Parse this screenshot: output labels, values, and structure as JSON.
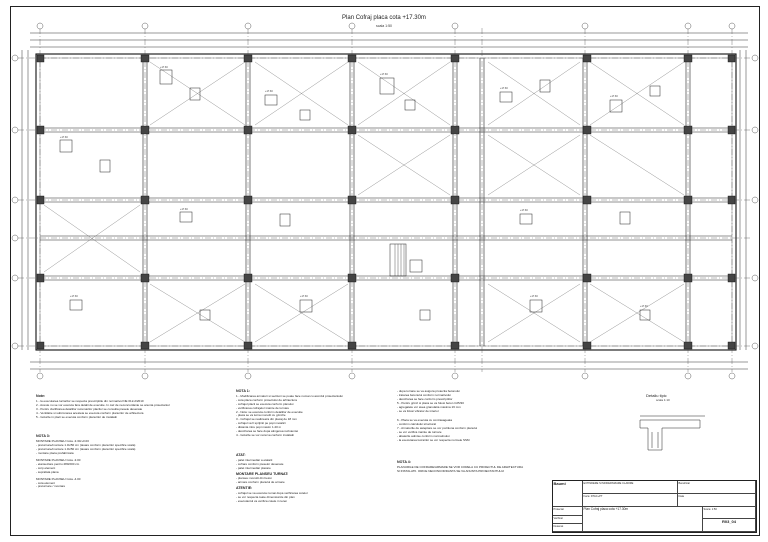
{
  "drawing": {
    "title": "Plan Cofraj placa cota +17.30m",
    "scale": "scala 1:50"
  },
  "notes": {
    "header_left": "Note:",
    "left_lines": [
      "1 - la executarea lucrarilor se respecta prescriptiile din normativul NE 012-2/2010",
      "2 - Aceste nu se vor executa fara detalii de executie. In caz de neconcordante se anunta proiectantul",
      "3 - Pentru clarificarea detaliilor rezemarilor placilor se consulta piesele desenate",
      "4 - Ventilatie si subzonarea acesteia se executa conform planurilor de arhitectura",
      "5 - Golurile in placi se executa conform planurilor de instalatii"
    ],
    "nota_3_title": "NOTA 3:",
    "nota_3_lines": [
      "MONTARE PLANSEU Cota -3.30/+0.00",
      "- preturnare/montare 1.0x/50 cm (tasare conform planurilor specifice scala)",
      "- preturnare/montare 1.0x/50 cm (tasare conform planurilor specifice scala)",
      "- montare placa prefabricata",
      "MONTARE PLANSEU Cota -3.00",
      "- etanseizare pentru 280/200 cm",
      "- corp element",
      "- suprafata plana",
      "MONTARE PLANSEU Cota -4.00",
      "- cota element",
      "- preturnare / montare"
    ],
    "nota_1_title": "NOTA 1:",
    "nota_1_lines": [
      "1 - Modificarea armaturi si sectiuni se poate face numai cu acordul proiectantului",
      "- cota placa conform proiectului de arhitectura",
      "- cofrajul placii se executa conform planului",
      "- verificarea cofrajelor inainte de turnare",
      "2 - Nota: se executa conform detaliilor de executie",
      "- placa se va turna monolit cu grinzile",
      "3 - Cofrajul se realizeaza din placaj de 18 mm",
      "- cofrajul va fi sprijinit pe popi metalici",
      "- distanta intre popi maxim 1.20 m",
      "- decofrarea se face dupa atingerea rezistentei",
      "4 - Golurile se vor rezerva conform instalatii"
    ],
    "atat_title": "ATAT:",
    "atat_lines": [
      "- palet intermediar a etalarii",
      "- cofrare conform pieselor desenate",
      "- palet intermediar placare"
    ],
    "montare_title": "MONTARE PLANSEU TURNAT:",
    "montare_lines": [
      "- planseu monolit din beton",
      "- armare conform planului de armare"
    ],
    "atentie_title": "ATENTIE:",
    "atentie_lines": [
      "- cofrajul se va executa numai dupa verificarea cotelor",
      "- se vor respecta toate dimensiunile din plan",
      "- executantul va verifica cotele in teren"
    ],
    "right_lines": [
      "- dupa turnare se va asigura protectia betonului",
      "- tratarea betonului conform normativului",
      "- decofrarea se face conform prescriptiilor",
      "5 - Pentru grinzi si placa se va folosi beton C25/30",
      "- agregatele vor avea granulatia maxima 16 mm",
      "- se va folosi vibrator de interior",
      "6 - Placa se va executa cu contrasageata",
      "- conform calculului structural",
      "7 - Armaturile de asteptare se vor pozitiona conform planului",
      "- se vor verifica inainte de turnare",
      "- abaterile admise conform normativului",
      "- la executarea lucrarilor se vor respecta normele SSM"
    ],
    "nota_4_title": "NOTA 4:",
    "nota_4_lines": [
      "PLANURILE DE COFRARE/ARMARE SE VOR CORELA CU PROIECTUL DE ARHITECTURA",
      "SI INSTALATII. ORICE NECONCORDANTA SE VA ANUNTA PROIECTANTULUI"
    ]
  },
  "detail": {
    "title": "Detaliu tipic",
    "scale": "scala 1:10"
  },
  "titleblock": {
    "company": "Baumi",
    "project": "EXTINDERE SI MODERNIZARE CLADIRE",
    "beneficiary": "Beneficiar",
    "phase": "Faza: DTAC+PT",
    "drawing_name": "Plan Cofraj placa cota +17.30m",
    "scale_label": "Scara: 1:50",
    "date_label": "Data",
    "sheet_no": "R03_04",
    "designer": "Proiectat",
    "checker": "Verificat",
    "drawn": "Desenat"
  }
}
